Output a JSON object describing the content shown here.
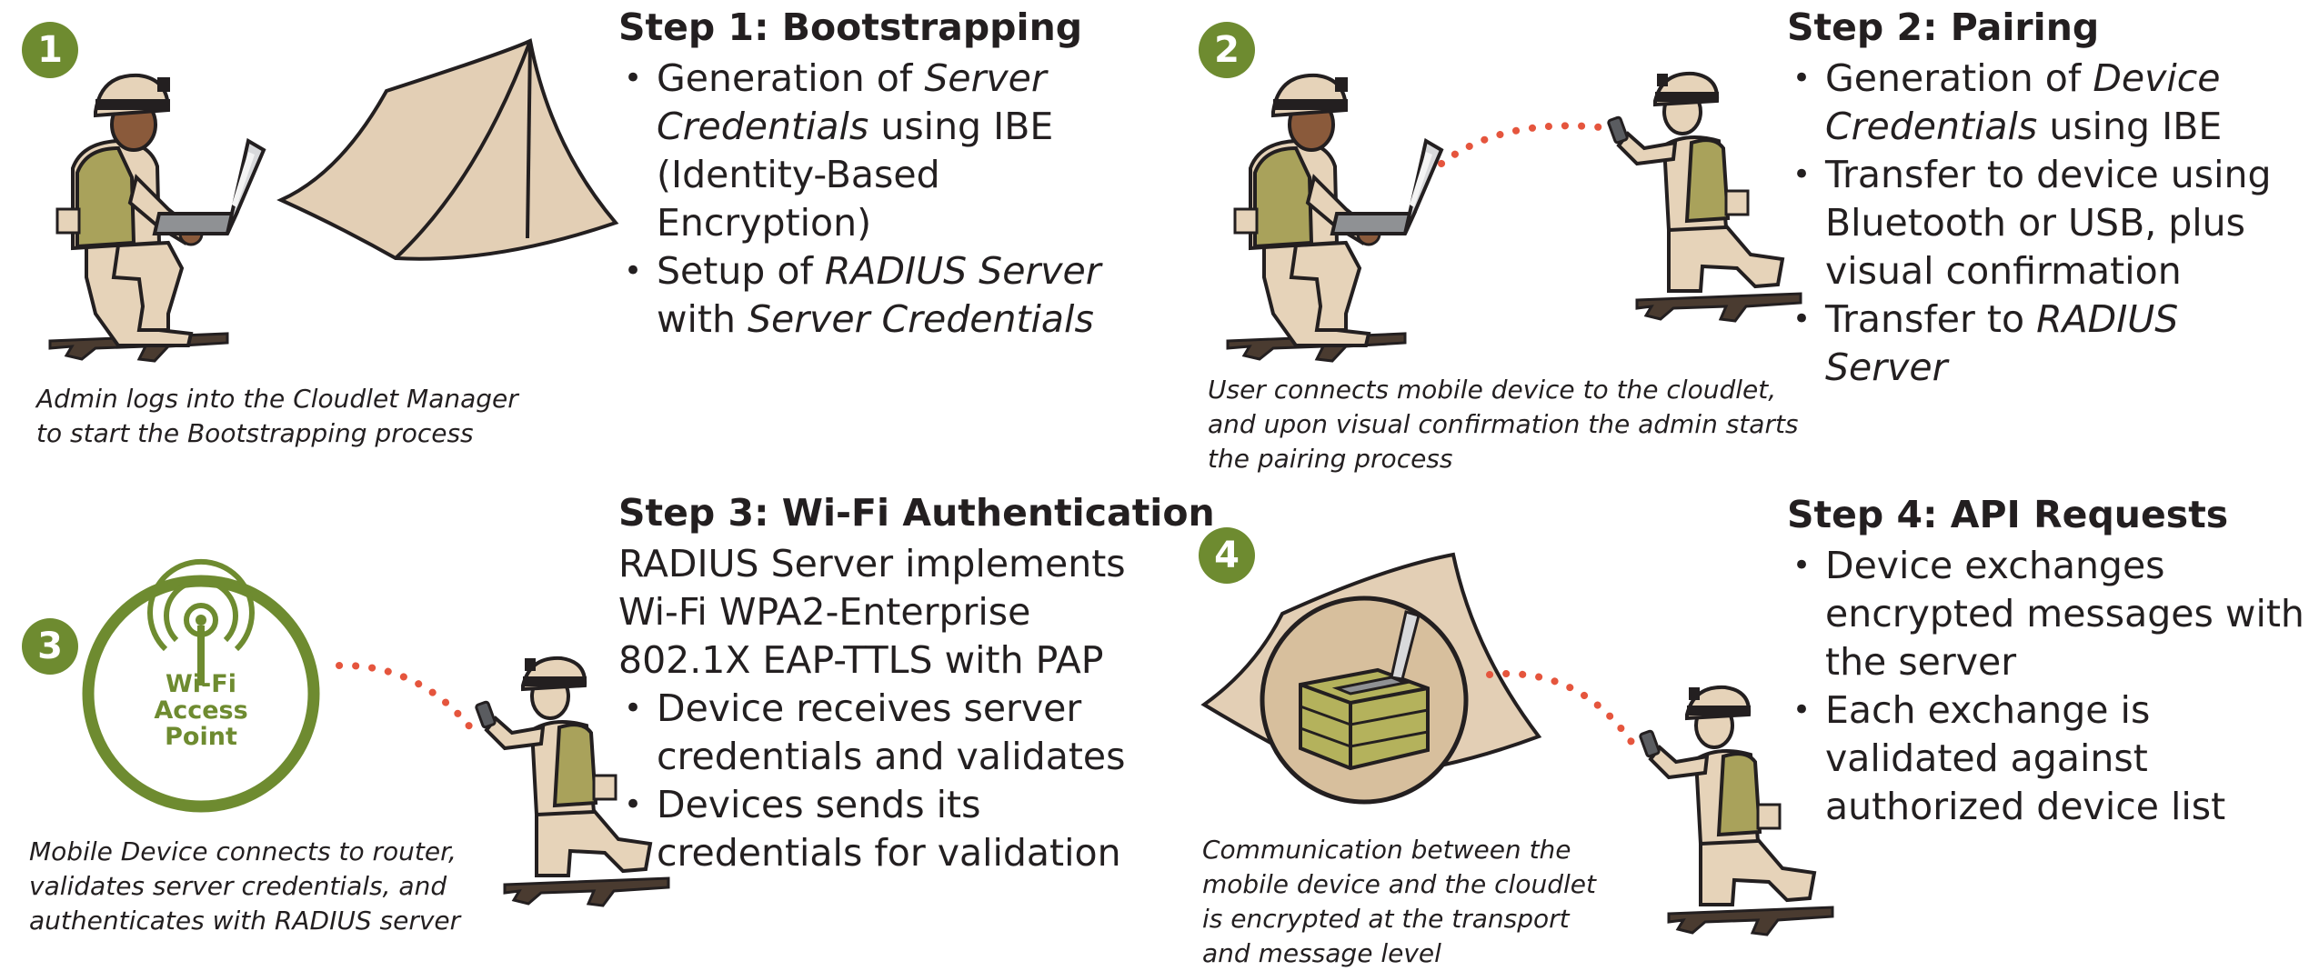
{
  "colors": {
    "badge_green": "#6e8b30",
    "dotted_line_red": "#e5553d",
    "tent_tan": "#e3cfb5",
    "uniform_tan": "#e6d3b9",
    "vest_olive": "#a9a25b",
    "crate_olive": "#b4b25c",
    "wifi_green": "#6e8b30"
  },
  "steps": [
    {
      "badge": "1",
      "title": "Step 1: Bootstrapping",
      "bullets": [
        {
          "runs": [
            {
              "t": "Generation of "
            },
            {
              "t": "Server Credentials",
              "i": true
            },
            {
              "t": " using IBE (Identity-Based Encryption)"
            }
          ]
        },
        {
          "runs": [
            {
              "t": "Setup of "
            },
            {
              "t": "RADIUS Server",
              "i": true
            },
            {
              "t": " with "
            },
            {
              "t": "Server Credentials",
              "i": true
            }
          ]
        }
      ],
      "caption": [
        "Admin logs into the Cloudlet Manager",
        "to start the Bootstrapping process"
      ],
      "icons": [
        "soldier-laptop-icon",
        "tent-icon"
      ]
    },
    {
      "badge": "2",
      "title": "Step 2: Pairing",
      "bullets": [
        {
          "runs": [
            {
              "t": "Generation of "
            },
            {
              "t": "Device Credentials",
              "i": true
            },
            {
              "t": " using IBE"
            }
          ]
        },
        {
          "runs": [
            {
              "t": "Transfer to device using Bluetooth or USB, plus visual confirmation"
            }
          ]
        },
        {
          "runs": [
            {
              "t": "Transfer to "
            },
            {
              "t": "RADIUS Server",
              "i": true
            }
          ]
        }
      ],
      "caption": [
        "User connects mobile device to the cloudlet,",
        "and upon visual confirmation the admin starts",
        "the pairing process"
      ],
      "icons": [
        "soldier-laptop-icon",
        "soldier-phone-icon"
      ]
    },
    {
      "badge": "3",
      "title": "Step 3: Wi-Fi Authentication",
      "intro": [
        "RADIUS Server implements",
        "Wi-Fi WPA2-Enterprise",
        "802.1X EAP-TTLS with PAP"
      ],
      "bullets": [
        {
          "runs": [
            {
              "t": "Device receives server credentials and validates"
            }
          ]
        },
        {
          "runs": [
            {
              "t": "Devices sends its credentials for validation"
            }
          ]
        }
      ],
      "caption": [
        "Mobile Device connects to router,",
        "validates server credentials, and",
        "authenticates with RADIUS server"
      ],
      "wifi_label": [
        "Wi-Fi",
        "Access",
        "Point"
      ],
      "icons": [
        "wifi-access-point-icon",
        "soldier-phone-icon"
      ]
    },
    {
      "badge": "4",
      "title": "Step 4: API Requests",
      "bullets": [
        {
          "runs": [
            {
              "t": "Device exchanges encrypted messages with the server"
            }
          ]
        },
        {
          "runs": [
            {
              "t": "Each exchange is validated against authorized device list"
            }
          ]
        }
      ],
      "caption": [
        "Communication between the",
        "mobile device and the cloudlet",
        "is encrypted at the transport",
        "and message level"
      ],
      "icons": [
        "tent-cloudlet-icon",
        "soldier-phone-icon"
      ]
    }
  ]
}
